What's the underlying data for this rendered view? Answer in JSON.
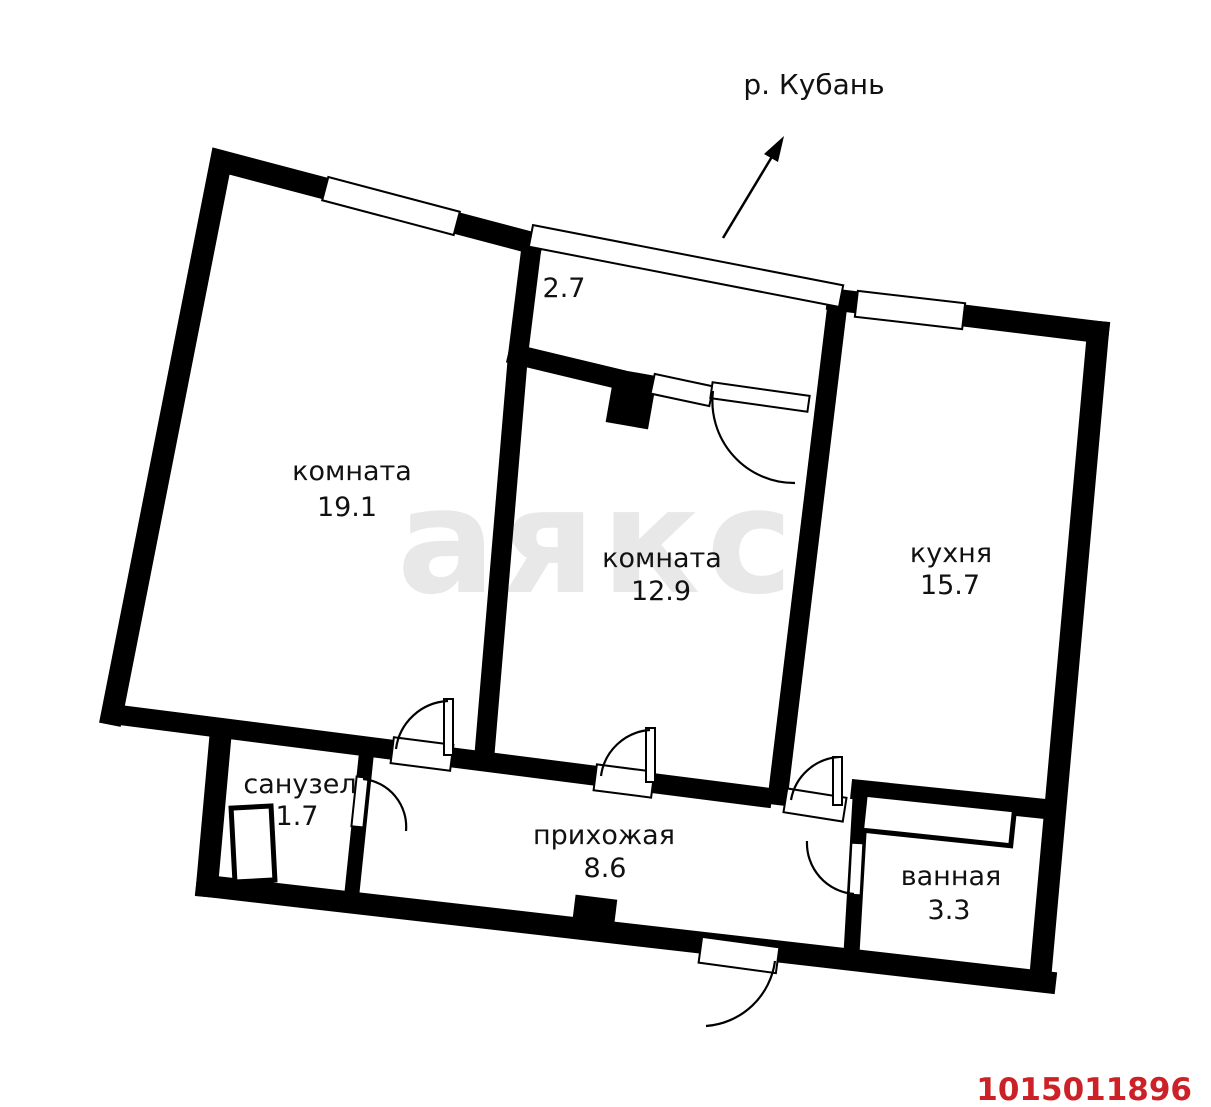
{
  "compass": {
    "label": "р. Кубань"
  },
  "rooms": [
    {
      "id": "room-1",
      "name": "комната",
      "area": "19.1"
    },
    {
      "id": "room-2",
      "name": "комната",
      "area": "12.9"
    },
    {
      "id": "kitchen",
      "name": "кухня",
      "area": "15.7"
    },
    {
      "id": "wc",
      "name": "санузел",
      "area": "1.7"
    },
    {
      "id": "hallway",
      "name": "прихожая",
      "area": "8.6"
    },
    {
      "id": "bathroom",
      "name": "ванная",
      "area": "3.3"
    },
    {
      "id": "balcony",
      "name": "",
      "area": "2.7"
    }
  ],
  "watermark": {
    "text": "аякс",
    "color": "#e8e8e8"
  },
  "listing_id": {
    "value": "1015011896",
    "color": "#cc2127"
  },
  "colors": {
    "walls": "#000000",
    "background": "#ffffff",
    "text": "#111111"
  }
}
